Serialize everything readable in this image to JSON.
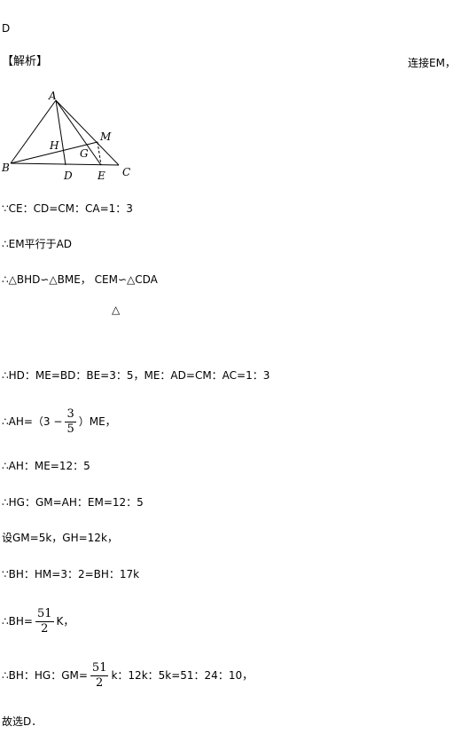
{
  "answer": "D",
  "heading": "【解析】",
  "connect": "连接EM，",
  "figure_labels": {
    "A": "A",
    "B": "B",
    "C": "C",
    "D": "D",
    "E": "E",
    "M": "M",
    "H": "H",
    "G": "G"
  },
  "lines": {
    "l1": "∵CE：CD=CM：CA=1：3",
    "l2": "∴EM平行于AD",
    "l3": "∴△BHD∽△BME，  CEM∽△CDA",
    "l3b": "△",
    "l4": "∴HD：ME=BD：BE=3：5，ME：AD=CM：AC=1：3",
    "l5_pre": "∴AH=（3 −",
    "l5_num": "3",
    "l5_den": "5",
    "l5_post": "）ME，",
    "l6": "∴AH：ME=12：5",
    "l7": "∴HG：GM=AH：EM=12：5",
    "l8": "设GM=5k，GH=12k，",
    "l9": "∵BH：HM=3：2=BH：17k",
    "l10_pre": "∴BH=",
    "l10_num": "51",
    "l10_den": "2",
    "l10_post": "K，",
    "l11_pre": "∴BH：HG：GM=",
    "l11_num": "51",
    "l11_den": "2",
    "l11_post": "k：12k：5k=51：24：10，",
    "l12": "故选D．"
  }
}
